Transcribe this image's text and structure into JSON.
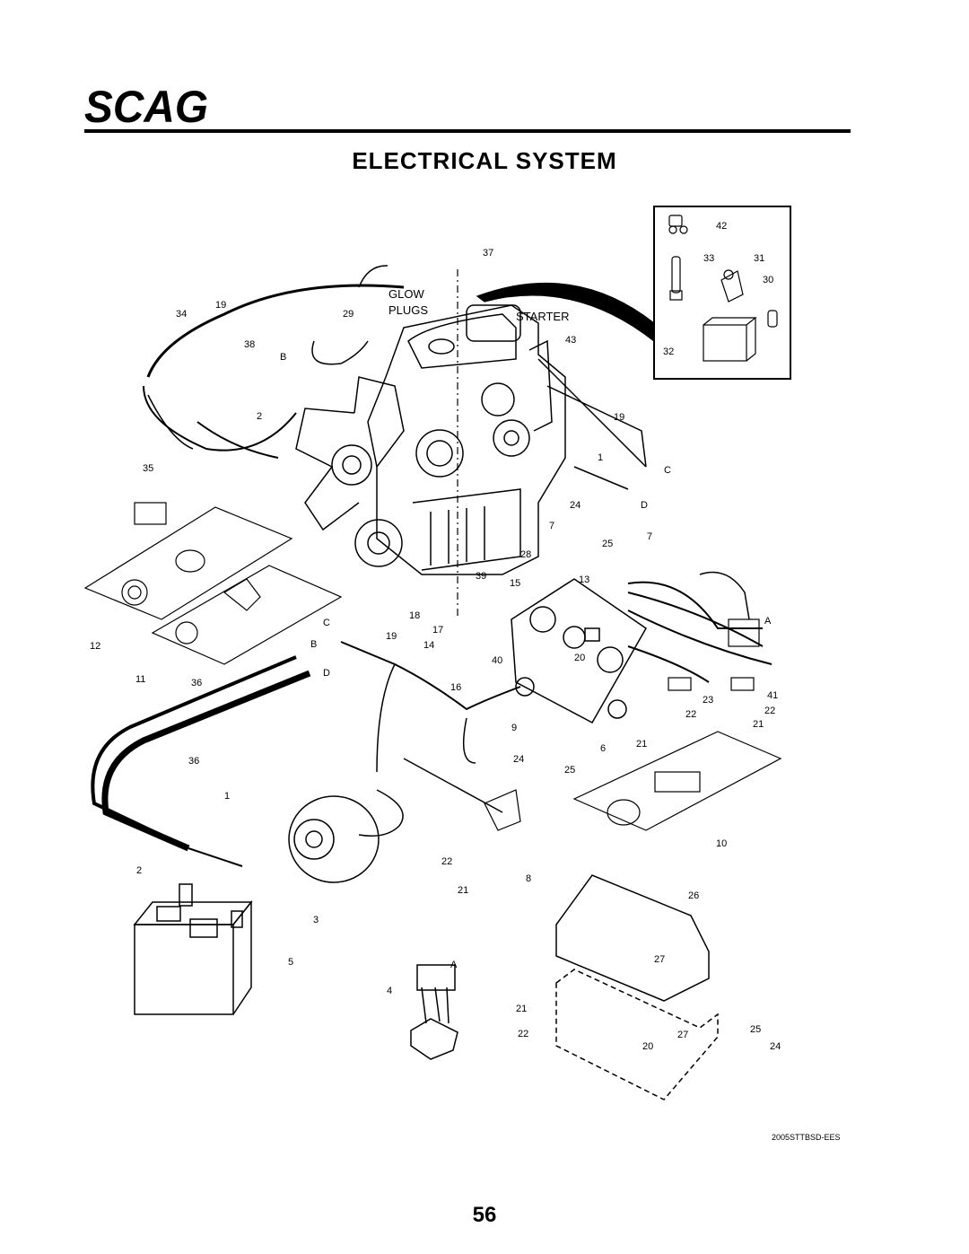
{
  "brand": {
    "logo_text": "SCAG"
  },
  "page_title": "ELECTRICAL  SYSTEM",
  "diagram_code": "2005STTBSD-EES",
  "page_number": "56",
  "callouts": {
    "c42": "42",
    "c37": "37",
    "c33": "33",
    "c31": "31",
    "c30": "30",
    "c32": "32",
    "c34": "34",
    "c19a": "19",
    "c29": "29",
    "glow": "GLOW",
    "plugs": "PLUGS",
    "starter": "STARTER",
    "c43": "43",
    "c38": "38",
    "cB1": "B",
    "c2a": "2",
    "c19b": "19",
    "c1a": "1",
    "cC1": "C",
    "c35": "35",
    "c24a": "24",
    "cD1": "D",
    "c7a": "7",
    "c7b": "7",
    "c28": "28",
    "c25a": "25",
    "c39": "39",
    "c15": "15",
    "c13": "13",
    "c18": "18",
    "cC2": "C",
    "c19c": "19",
    "c17": "17",
    "cA1": "A",
    "c12": "12",
    "cB2": "B",
    "c14": "14",
    "c20a": "20",
    "c40": "40",
    "c11": "11",
    "c36a": "36",
    "cD2": "D",
    "c16": "16",
    "c23": "23",
    "c41": "41",
    "c22a": "22",
    "c21a": "21",
    "c9": "9",
    "c21b": "21",
    "c6": "6",
    "c24b": "24",
    "c25b": "25",
    "c36b": "36",
    "c10": "10",
    "c1b": "1",
    "c22b": "22",
    "c8": "8",
    "c2b": "2",
    "c21c": "21",
    "c26": "26",
    "c3": "3",
    "c5": "5",
    "cA2": "A",
    "c27a": "27",
    "c4": "4",
    "c21d": "21",
    "c22c": "22",
    "c27b": "27",
    "c25c": "25",
    "c20b": "20",
    "c24c": "24"
  }
}
